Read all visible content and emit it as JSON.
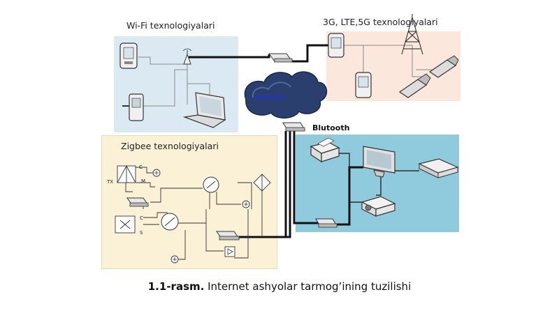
{
  "regions": {
    "wifi": {
      "title": "Wi-Fi texnologiyalari",
      "bg": "#dbe9f3"
    },
    "cellular": {
      "title": "3G, LTE,5G texnologiyalari",
      "bg": "#fbe7db"
    },
    "bluetooth": {
      "title": "Blutooth",
      "bg": "#8fcbdd"
    },
    "zigbee": {
      "title": "Zigbee texnologiyalari",
      "bg": "#fbf1d6"
    }
  },
  "cloud": {
    "label": "Internet"
  },
  "zigbee_labels": {
    "tx": "TX",
    "c1": "C",
    "m": "M",
    "c2": "C",
    "s": "S"
  },
  "caption": {
    "number": "1.1-rasm.",
    "text": " Internet ashyolar tarmog’ining tuzilishi"
  },
  "colors": {
    "line": "#111111",
    "gray_line": "#8a8a8a",
    "cloud": "#2b3f6e"
  }
}
